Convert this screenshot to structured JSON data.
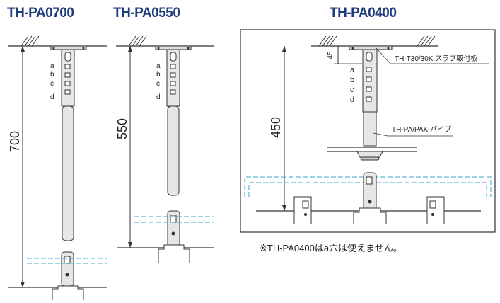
{
  "models": [
    {
      "title": "TH-PA0700",
      "height": "700"
    },
    {
      "title": "TH-PA0550",
      "height": "550"
    },
    {
      "title": "TH-PA0400",
      "height": "450"
    }
  ],
  "hole_labels": [
    "a",
    "b",
    "c",
    "d"
  ],
  "detail": {
    "gap": "45",
    "slab_plate_label": "TH-T30/30K スラブ取付板",
    "pipe_label": "TH-PA/PAK パイプ"
  },
  "note": "※TH-PA0400はa穴は使えません。",
  "colors": {
    "title": "#1f3c7c",
    "line": "#333333",
    "pipe": "#e6e6e6",
    "dash": "#3fa7c9"
  }
}
